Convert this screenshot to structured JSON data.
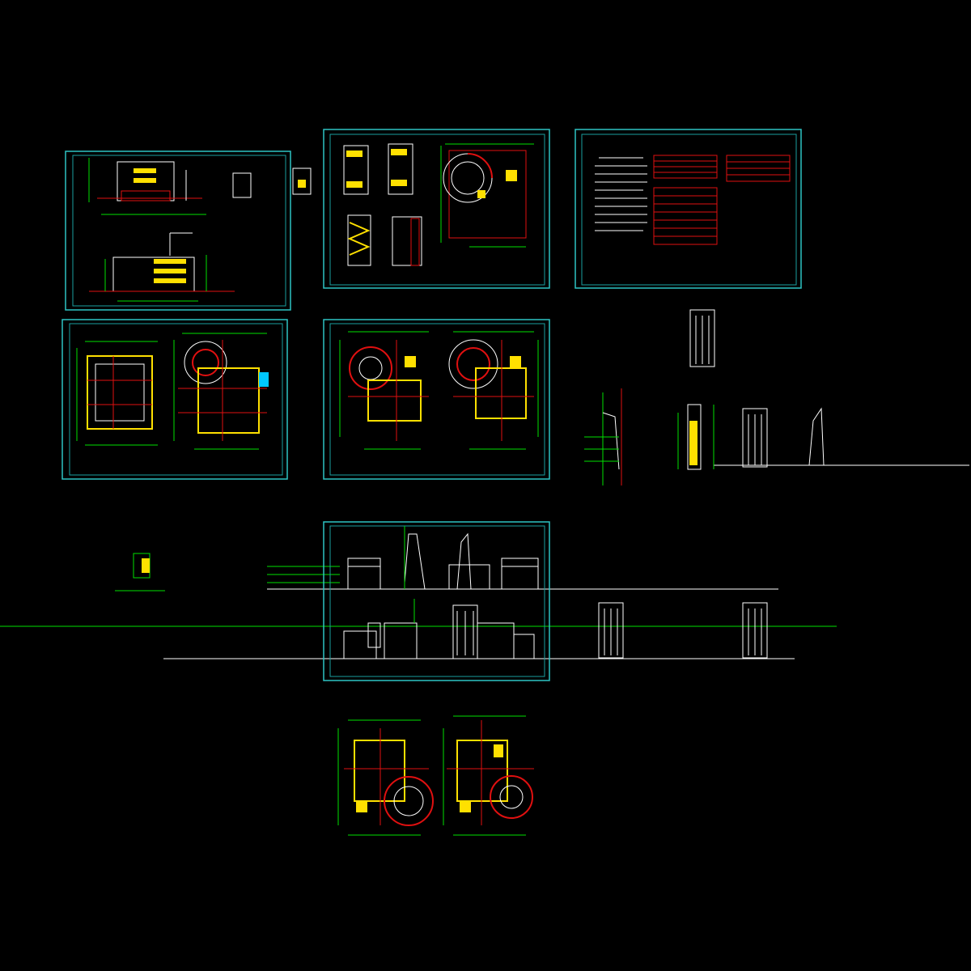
{
  "canvas": {
    "background": "#000000"
  },
  "colors": {
    "frame": "#2ec4c4",
    "line": "#ffffff",
    "dimension": "#00e000",
    "grid_axis": "#e01010",
    "fill_yellow": "#ffe000",
    "fill_cyan": "#00c8ff",
    "frame_inner": "#1aa0a0"
  },
  "sheets": [
    {
      "id": "sheet-sections",
      "kind": "sections"
    },
    {
      "id": "sheet-stair-details",
      "kind": "details"
    },
    {
      "id": "sheet-notes",
      "kind": "notes"
    },
    {
      "id": "sheet-plan-1",
      "kind": "plans"
    },
    {
      "id": "sheet-plan-2",
      "kind": "plans"
    },
    {
      "id": "sheet-elevations",
      "kind": "elevations"
    }
  ],
  "loose_drawings": [
    {
      "id": "loose-plan-pair",
      "kind": "plans"
    },
    {
      "id": "loose-tower-elevations",
      "kind": "elevations"
    },
    {
      "id": "loose-wall-details",
      "kind": "details"
    }
  ]
}
